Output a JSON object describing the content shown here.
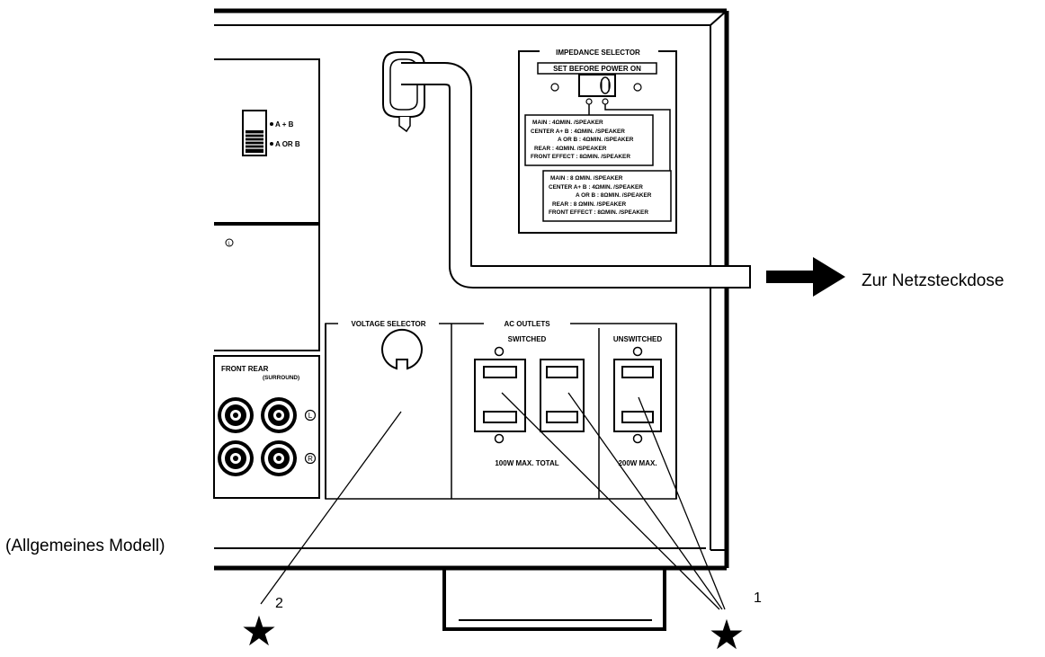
{
  "labels": {
    "destination": "Zur Netzsteckdose",
    "model": "(Allgemeines Modell)",
    "note1": "1",
    "note2": "2",
    "star": "★"
  },
  "impedance": {
    "title": "IMPEDANCE SELECTOR",
    "subtitle": "SET BEFORE POWER ON",
    "table1": [
      "MAIN          : 4ΩMIN. /SPEAKER",
      "CENTER  A+ B : 4ΩMIN. /SPEAKER",
      "A OR B : 4ΩMIN. /SPEAKER",
      "REAR          : 4ΩMIN. /SPEAKER",
      "FRONT  EFFECT : 8ΩMIN. /SPEAKER"
    ],
    "table2": [
      "MAIN          : 8 ΩMIN. /SPEAKER",
      "CENTER  A+ B : 4ΩMIN. /SPEAKER",
      "A OR B : 8ΩMIN. /SPEAKER",
      "REAR          : 8 ΩMIN. /SPEAKER",
      "FRONT  EFFECT : 8ΩMIN. /SPEAKER"
    ]
  },
  "speaker_switch": {
    "opt1": "A + B",
    "opt2": "A OR B"
  },
  "voltage": {
    "title": "VOLTAGE SELECTOR"
  },
  "ac_outlets": {
    "title": "AC OUTLETS",
    "switched": "SWITCHED",
    "unswitched": "UNSWITCHED",
    "switched_max": "100W MAX. TOTAL",
    "unswitched_max": "200W MAX."
  },
  "front_rear": {
    "title": "FRONT REAR",
    "sub": "(SURROUND)",
    "left": "L",
    "right": "R"
  },
  "small_mark": "L"
}
